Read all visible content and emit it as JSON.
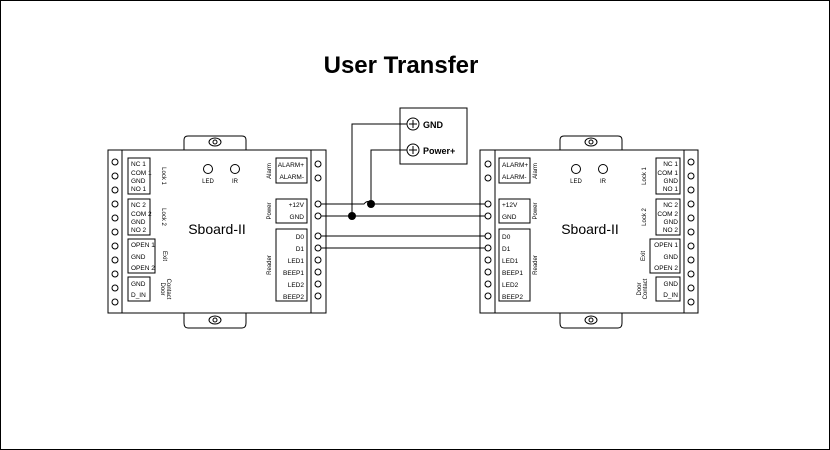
{
  "title": "User Transfer",
  "power_supply": {
    "gnd": "GND",
    "power_plus": "Power+"
  },
  "board_left": {
    "name": "Sboard-II",
    "led": "LED",
    "ir": "IR",
    "lock1": {
      "label": "Lock 1",
      "pins": [
        "NC 1",
        "COM 1",
        "GND",
        "NO 1"
      ]
    },
    "lock2": {
      "label": "Lock 2",
      "pins": [
        "NC 2",
        "COM 2",
        "GND",
        "NO 2"
      ]
    },
    "exit": {
      "label": "Exit",
      "pins": [
        "OPEN 1",
        "GND",
        "OPEN 2"
      ]
    },
    "door": {
      "label_line1": "Door",
      "label_line2": "Contact",
      "pins": [
        "GND",
        "D_IN"
      ]
    },
    "alarm": {
      "label": "Alarm",
      "pins": [
        "ALARM+",
        "ALARM-"
      ]
    },
    "power": {
      "label": "Power",
      "pins": [
        "+12V",
        "GND"
      ]
    },
    "reader": {
      "label": "Reader",
      "pins": [
        "D0",
        "D1",
        "LED1",
        "BEEP1",
        "LED2",
        "BEEP2"
      ]
    }
  },
  "board_right": {
    "name": "Sboard-II",
    "led": "LED",
    "ir": "IR",
    "alarm": {
      "label": "Alarm",
      "pins": [
        "ALARM+",
        "ALARM-"
      ]
    },
    "power": {
      "label": "Power",
      "pins": [
        "+12V",
        "GND"
      ]
    },
    "reader": {
      "label": "Reader",
      "pins": [
        "D0",
        "D1",
        "LED1",
        "BEEP1",
        "LED2",
        "BEEP2"
      ]
    },
    "lock1": {
      "label": "Lock 1",
      "pins": [
        "NC 1",
        "COM 1",
        "GND",
        "NO 1"
      ]
    },
    "lock2": {
      "label": "Lock 2",
      "pins": [
        "NC 2",
        "COM 2",
        "GND",
        "NO 2"
      ]
    },
    "exit": {
      "label": "Exit",
      "pins": [
        "OPEN 1",
        "GND",
        "OPEN 2"
      ]
    },
    "door": {
      "label_line1": "Door",
      "label_line2": "Contact",
      "pins": [
        "GND",
        "D_IN"
      ]
    }
  }
}
